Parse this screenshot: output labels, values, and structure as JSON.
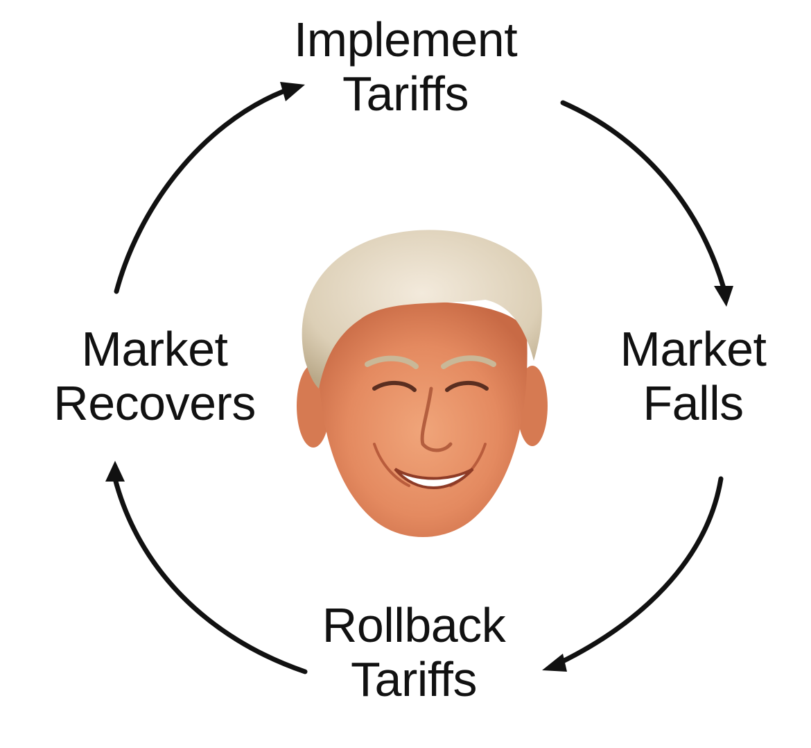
{
  "diagram": {
    "nodes": [
      {
        "id": "implement-tariffs",
        "lines": [
          "Implement",
          "Tariffs"
        ]
      },
      {
        "id": "market-falls",
        "lines": [
          "Market",
          "Falls"
        ]
      },
      {
        "id": "rollback-tariffs",
        "lines": [
          "Rollback",
          "Tariffs"
        ]
      },
      {
        "id": "market-recovers",
        "lines": [
          "Market",
          "Recovers"
        ]
      }
    ],
    "edges": [
      {
        "from": "implement-tariffs",
        "to": "market-falls"
      },
      {
        "from": "market-falls",
        "to": "rollback-tariffs"
      },
      {
        "from": "rollback-tariffs",
        "to": "market-recovers"
      },
      {
        "from": "market-recovers",
        "to": "implement-tariffs"
      }
    ],
    "center_image": "smiling-face-portrait",
    "colors": {
      "text": "#111111",
      "arrow": "#111111",
      "background": "#ffffff"
    }
  }
}
